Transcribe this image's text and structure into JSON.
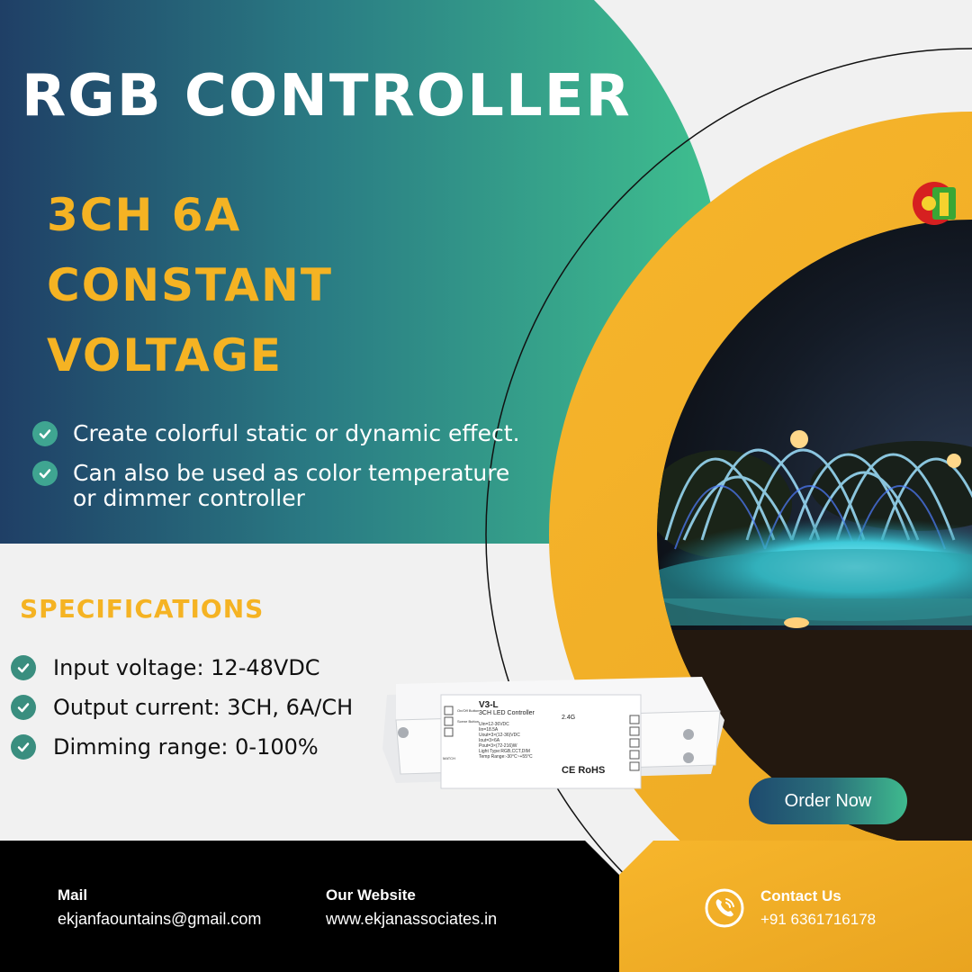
{
  "header": {
    "title": "RGB CONTROLLER",
    "subtitle_lines": [
      "3CH 6A",
      "CONSTANT",
      "VOLTAGE"
    ]
  },
  "features": [
    {
      "lines": [
        "Create colorful static or dynamic effect."
      ]
    },
    {
      "lines": [
        "Can also be used as color temperature",
        "or dimmer controller"
      ]
    }
  ],
  "specs": {
    "title": "SPECIFICATIONS",
    "items": [
      "Input voltage: 12-48VDC",
      "Output current: 3CH, 6A/CH",
      "Dimming range: 0-100%"
    ]
  },
  "product_label": {
    "model": "V3-L",
    "name": "3CH LED Controller",
    "lines": [
      "Uin=12-36VDC",
      "Iin=18.5A",
      "Uout=3×(12-36)VDC",
      "Iout=3×6A",
      "Pout=3×(72-216)W",
      "Light Type:RGB,CCT,DIM",
      "Temp Range:-30°C~+55°C"
    ],
    "freq": "2.4G",
    "marks": "CE RoHS",
    "buttons": [
      "On/Off Button",
      "Scene Button"
    ],
    "match": "MATCH"
  },
  "cta": {
    "order_label": "Order Now"
  },
  "footer": {
    "mail_label": "Mail",
    "mail_value": "ekjanfaountains@gmail.com",
    "website_label": "Our Website",
    "website_value": "www.ekjanassociates.in",
    "contact_label": "Contact Us",
    "contact_value": "+91 6361716178"
  },
  "colors": {
    "gold": "#f5b323",
    "teal": "#3fba8e",
    "navy": "#1f3f66",
    "black": "#000000"
  }
}
